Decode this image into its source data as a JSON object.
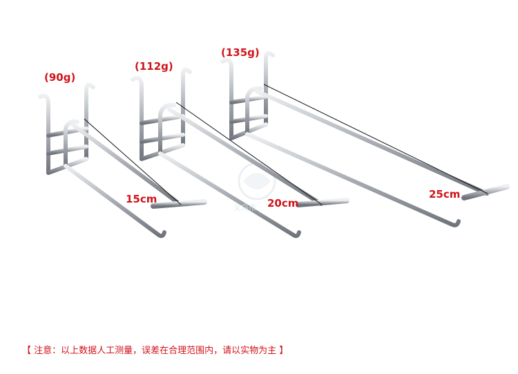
{
  "product_image": {
    "hooks": [
      {
        "weight": "(90g)",
        "length": "15cm"
      },
      {
        "weight": "(112g)",
        "length": "20cm"
      },
      {
        "weight": "(135g)",
        "length": "25cm"
      }
    ],
    "watermark_text": "义乌市"
  },
  "note": "【 注意：以上数据人工测量，误差在合理范围内，请以实物为主 】",
  "colors": {
    "label": "#d0131a",
    "metal": "#b9bcc1",
    "measure_line": "#111111"
  }
}
